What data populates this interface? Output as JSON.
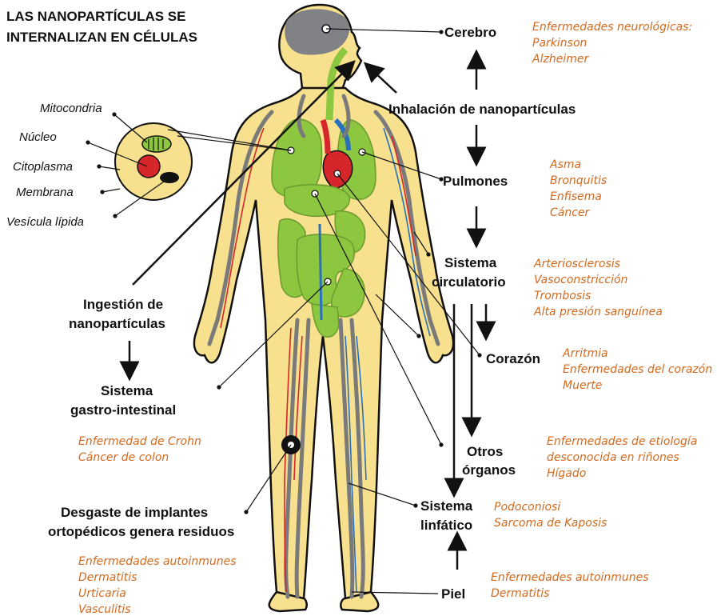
{
  "title": [
    "LAS NANOPARTÍCULAS SE",
    "INTERNALIZAN EN CÉLULAS"
  ],
  "cell_parts": [
    "Mitocondria",
    "Núcleo",
    "Citoplasma",
    "Membrana",
    "Vesícula lípida"
  ],
  "routes": {
    "inhalation": "Inhalación de nanopartículas",
    "ingestion": [
      "Ingestión de",
      "nanopartículas"
    ],
    "implants": [
      "Desgaste de implantes",
      "ortopédicos genera residuos"
    ]
  },
  "organs": {
    "brain": "Cerebro",
    "lungs": "Pulmones",
    "circulatory": [
      "Sistema",
      "circulatorio"
    ],
    "heart": "Corazón",
    "other": [
      "Otros",
      "órganos"
    ],
    "lymphatic": [
      "Sistema",
      "linfático"
    ],
    "skin": "Piel",
    "gi": [
      "Sistema",
      "gastro-intestinal"
    ]
  },
  "diseases": {
    "brain": [
      "Enfermedades neurológicas:",
      "Parkinson",
      "Alzheimer"
    ],
    "lungs": [
      "Asma",
      "Bronquitis",
      "Enfisema",
      "Cáncer"
    ],
    "circulatory": [
      "Arteriosclerosis",
      "Vasoconstricción",
      "Trombosis",
      "Alta presión sanguínea"
    ],
    "heart": [
      "Arritmia",
      "Enfermedades del corazón",
      "Muerte"
    ],
    "other": [
      "Enfermedades de etiología",
      "desconocida en riñones",
      "Hígado"
    ],
    "lymphatic": [
      "Podoconiosi",
      "Sarcoma de Kaposis"
    ],
    "skin": [
      "Enfermedades autoinmunes",
      "Dermatitis"
    ],
    "gi": [
      "Enfermedad de Crohn",
      "Cáncer de colon"
    ],
    "implants": [
      "Enfermedades autoinmunes",
      "Dermatitis",
      "Urticaria",
      "Vasculitis"
    ]
  },
  "colors": {
    "skin": "#f7e08e",
    "organ": "#8dc63f",
    "brain": "#808285",
    "vessel": "#7a7a7a",
    "artery": "#d7262b",
    "vein": "#2a6fbd",
    "disease_text": "#d2691e"
  }
}
